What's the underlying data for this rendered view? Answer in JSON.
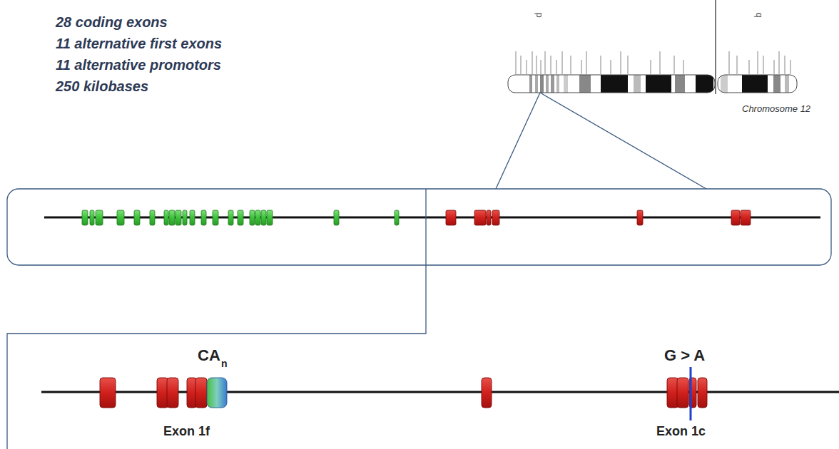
{
  "diagram": {
    "labels": [
      "28 coding exons",
      "11 alternative first exons",
      "11 alternative promotors",
      "250 kilobases",
      "Chromosome 12",
      "p",
      "q",
      "CA",
      "n",
      "G > A",
      "Exon 1f",
      "Exon 1c"
    ]
  }
}
